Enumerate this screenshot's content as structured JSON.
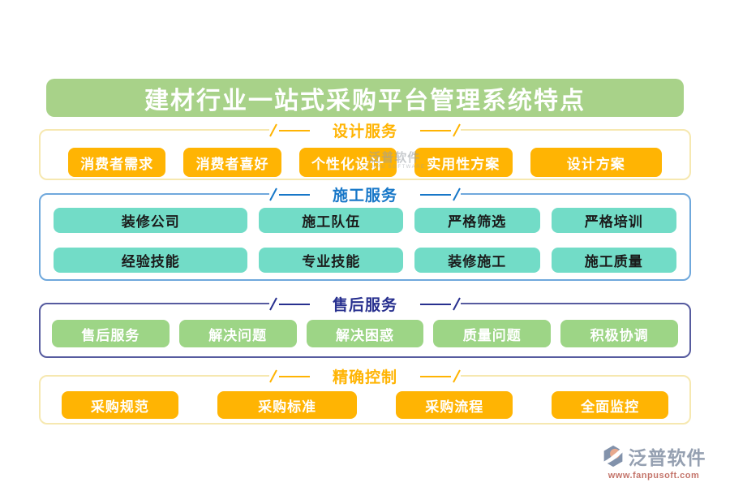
{
  "title": {
    "text": "建材行业一站式采购平台管理系统特点"
  },
  "sections": [
    {
      "key": "design-service",
      "heading": "设计服务",
      "accent": "gold",
      "rows": [
        [
          "消费者需求",
          "消费者喜好",
          "个性化设计",
          "实用性方案",
          "设计方案"
        ]
      ]
    },
    {
      "key": "construction-service",
      "heading": "施工服务",
      "accent": "blue",
      "rows": [
        [
          "装修公司",
          "施工队伍",
          "严格筛选",
          "严格培训"
        ],
        [
          "经验技能",
          "专业技能",
          "装修施工",
          "施工质量"
        ]
      ]
    },
    {
      "key": "after-sales-service",
      "heading": "售后服务",
      "accent": "navy",
      "rows": [
        [
          "售后服务",
          "解决问题",
          "解决困惑",
          "质量问题",
          "积极协调"
        ]
      ]
    },
    {
      "key": "precise-control",
      "heading": "精确控制",
      "accent": "gold",
      "rows": [
        [
          "采购规范",
          "采购标准",
          "采购流程",
          "全面监控"
        ]
      ]
    }
  ],
  "watermark": {
    "text": "泛普软件",
    "subtext": "FANPU SOFTWARE"
  },
  "footer": {
    "brand": "泛普软件",
    "url": "www.fanpusoft.com",
    "logo_icon": "fanpu-hexagon-swoosh-icon"
  },
  "colors": {
    "title_bg": "#A8D289",
    "gold_accent": "#FFB403",
    "gold_border": "#F6E8B0",
    "blue_heading": "#1777C8",
    "blue_border": "#6FA8DC",
    "teal_button": "#72DCC7",
    "navy_heading": "#28308F",
    "navy_border": "#565B9F",
    "green_button": "#9DD586",
    "logo_gray": "#95A0B1",
    "logo_salmon": "#E8A98D",
    "url_red": "#C4756B"
  }
}
